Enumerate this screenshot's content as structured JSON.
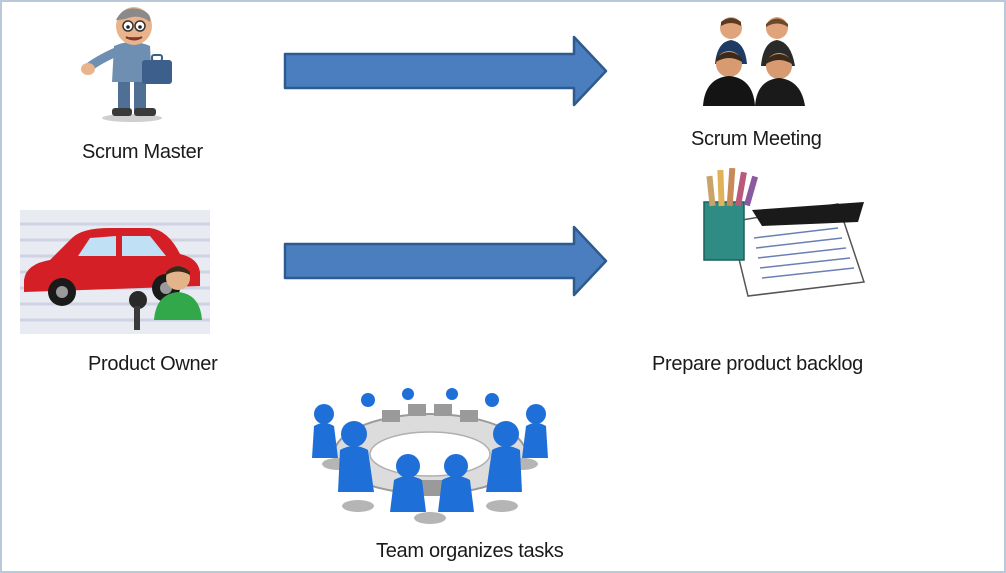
{
  "roles": {
    "scrum_master": "Scrum Master",
    "product_owner": "Product Owner",
    "team": "Team organizes tasks"
  },
  "activities": {
    "scrum_meeting": "Scrum Meeting",
    "backlog": "Prepare product backlog"
  },
  "colors": {
    "arrow_fill": "#4a7ebf",
    "arrow_stroke": "#2d5a8f",
    "team_blue": "#1f6fd8",
    "car_red": "#d41f26",
    "frame_border": "#b9c9da"
  },
  "icons": {
    "scrum_master": "cartoon-man-with-briefcase-icon",
    "product_owner": "car-with-key-and-person-icon",
    "scrum_meeting": "business-people-meeting-icon",
    "backlog": "pencils-and-notepad-icon",
    "team": "round-table-team-icon"
  }
}
